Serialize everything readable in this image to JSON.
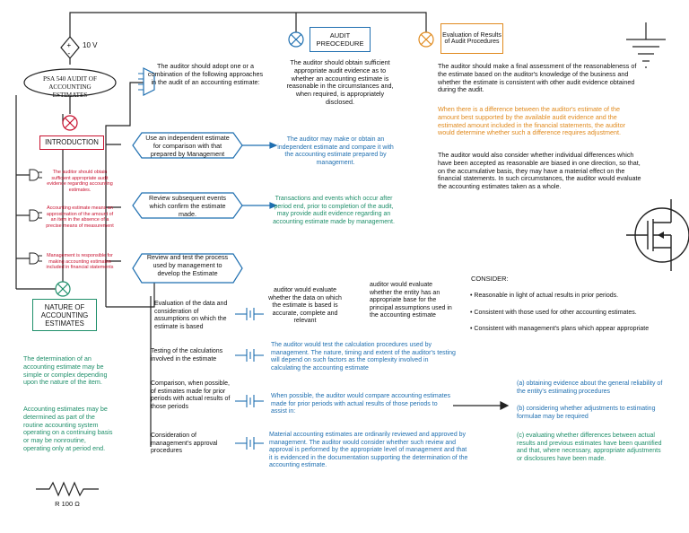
{
  "power": {
    "label": "10 V"
  },
  "title_box": {
    "text": "PSA 540 AUDIT OF ACCOUNTING ESTIMATES"
  },
  "intro": {
    "label": "INTRODUCTION",
    "items": [
      "The auditor should obtain sufficient appropriate audit evidence regarding accounting estimates.",
      "Accounting estimate means an approximation of the amount of an item in the absence of a precise means of measurement",
      "Management is responsible for making accounting estimates included in financial statements"
    ]
  },
  "nature": {
    "label": "NATURE OF ACCOUNTING ESTIMATES",
    "para1": "The determination of an accounting estimate may be simple or complex depending upon the nature of the item.",
    "para2": "Accounting estimates may be determined as part of the routine accounting system operating on a continuing basis or may be nonroutine, operating only at period end."
  },
  "resistor": {
    "label": "R 100 Ω"
  },
  "audit_procedure": {
    "label": "AUDIT PREOCEDURE",
    "text": "The auditor should obtain sufficient appropriate audit evidence as to whether an accounting estimate is reasonable in the circumstances and, when required, is appropriately disclosed."
  },
  "evaluation": {
    "label": "Evaluation of Results of Audit Procedures",
    "text1": "The auditor should make a final assessment of the reasonableness of the estimate based on the auditor's knowledge of the business and whether the estimate is consistent with other audit evidence obtained during the audit.",
    "text2": "When there is a difference between the auditor's estimate of the amount best supported by the available audit evidence and the estimated amount included in the financial statements, the auditor would determine whether such a difference requires adjustment.",
    "text3": "The auditor would also consider whether individual differences which have been accepted as reasonable are biased in one direction, so that, on the accumulative basis, they may have a material effect on the financial statements. In such circumstances, the auditor would evaluate the accounting estimates taken as a whole."
  },
  "approaches": {
    "intro": "The auditor should adopt one or a combination of the following approaches in the audit of an accounting estimate:",
    "a1": "Use an independent estimate for comparison with that prepared by Management",
    "a1_note": "The auditor may make or obtain an independent estimate and compare it with the accounting estimate prepared by management.",
    "a2": "Review subsequent events which confirm the estimate made.",
    "a2_note": "Transactions and events which occur after period end, prior to completion of the audit, may provide audit evidence regarding an accounting estimate made by management.",
    "a3": "Review and test the process used by management to develop the Estimate"
  },
  "process": {
    "s1": "Evaluation of the data and consideration of assumptions on which the estimate is based",
    "s1_note": "auditor would evaluate whether the data on which the estimate is based is accurate, complete and relevant",
    "s1_note2": "auditor would evaluate whether the entity has an appropriate base for the principal assumptions used in the accounting estimate",
    "consider": "CONSIDER:",
    "consider_items": [
      "• Reasonable in light of actual results in prior periods.",
      "• Consistent with those used for other accounting estimates.",
      "• Consistent with management's plans which appear appropriate"
    ],
    "s2": "Testing of the calculations involved in the estimate",
    "s2_note": "The auditor would test the calculation procedures used by management. The nature, timing and extent of the auditor's testing will depend on such factors as the complexity involved in calculating the accounting estimate",
    "s3": "Comparison, when possible, of estimates made for prior periods with actual results of those periods",
    "s3_note": "When possible, the auditor would compare accounting estimates made for prior periods with actual results of those periods to assist in:",
    "s3_items": [
      "(a) obtaining evidence about the general reliability of the entity's estimating procedures",
      "(b) considering whether adjustments to estimating formulae may be required",
      "(c) evaluating whether differences between actual results and previous estimates have been quantified and that, where necessary, appropriate adjustments or disclosures have been made."
    ],
    "s4": "Consideration of management's approval procedures",
    "s4_note": "Material accounting estimates are ordinarily reviewed and approved by management. The auditor would consider whether such review and approval is performed by the appropriate level of management and that it is evidenced in the documentation supporting the determination of the accounting estimate."
  },
  "colors": {
    "red": "#c8102e",
    "teal": "#1f8f6a",
    "blue": "#1f6fb0",
    "orange": "#e08a1e"
  }
}
